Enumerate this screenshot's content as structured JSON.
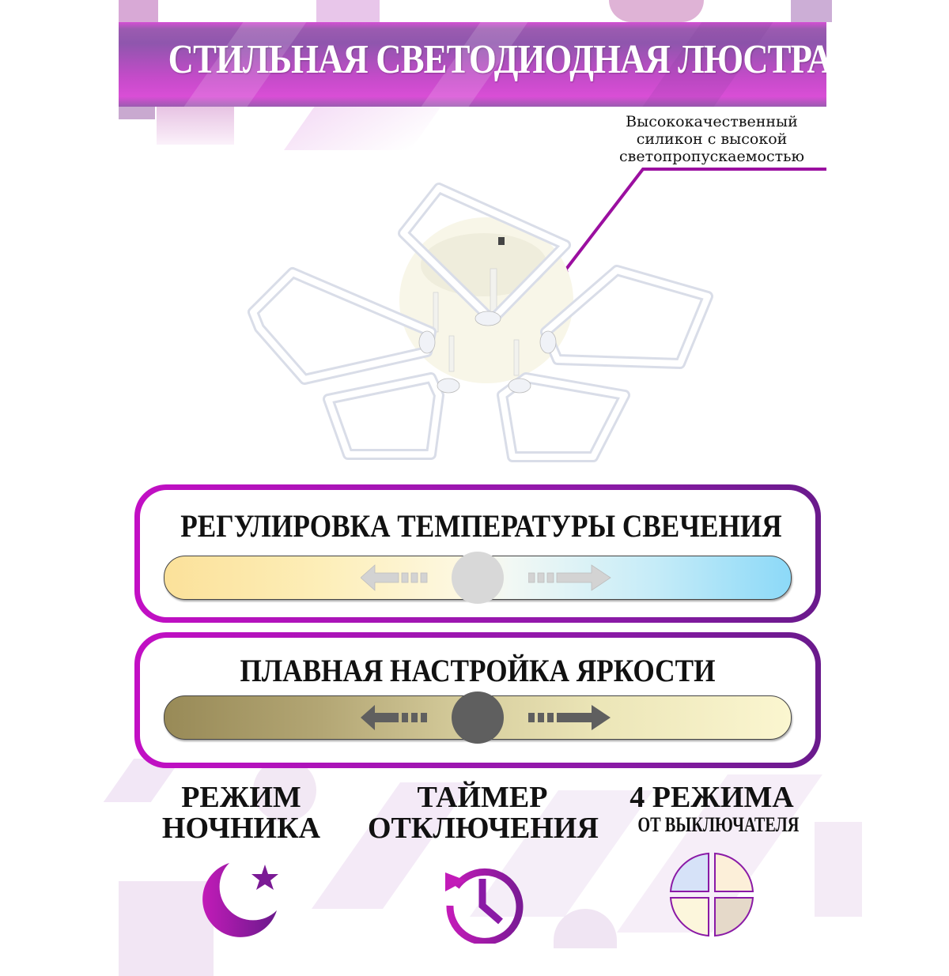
{
  "header": {
    "title": "СТИЛЬНАЯ СВЕТОДИОДНАЯ ЛЮСТРА",
    "banner_color": "#c44bc9"
  },
  "callout": {
    "lines": [
      "Высококачественный",
      "силикон с высокой",
      "светопропускаемостью"
    ],
    "line_color": "#9b0fa0"
  },
  "product": {
    "name": "LED chandelier",
    "rings": 5,
    "ring_color": "#f4f6fb",
    "base_color": "#f8f6e8"
  },
  "panels": [
    {
      "title": "РЕГУЛИРОВКА ТЕМПЕРАТУРЫ СВЕЧЕНИЯ",
      "gradient_start": "#fbe4a0",
      "gradient_mid": "#fdf9e6",
      "gradient_end": "#92dcf8",
      "knob_color": "#d8d8d8",
      "arrow_color": "#d0d0d0"
    },
    {
      "title": "ПЛАВНАЯ НАСТРОЙКА ЯРКОСТИ",
      "gradient_start": "#9a8b58",
      "gradient_mid": "#d9d1a0",
      "gradient_end": "#fcf7cf",
      "knob_color": "#5f5f5f",
      "arrow_color": "#5f5f5f"
    }
  ],
  "features": [
    {
      "line1": "РЕЖИМ",
      "line2": "НОЧНИКА",
      "icon": "moon-star-icon"
    },
    {
      "line1": "ТАЙМЕР",
      "line2": "ОТКЛЮЧЕНИЯ",
      "icon": "timer-icon"
    },
    {
      "line1": "4 РЕЖИМА",
      "line2": "ОТ ВЫКЛЮЧАТЕЛЯ",
      "icon": "four-modes-icon",
      "quadrant_colors": [
        "#d6e2f8",
        "#fcefd9",
        "#fcf6dc",
        "#e5d9c9"
      ]
    }
  ],
  "accent_color": "#a21caf"
}
